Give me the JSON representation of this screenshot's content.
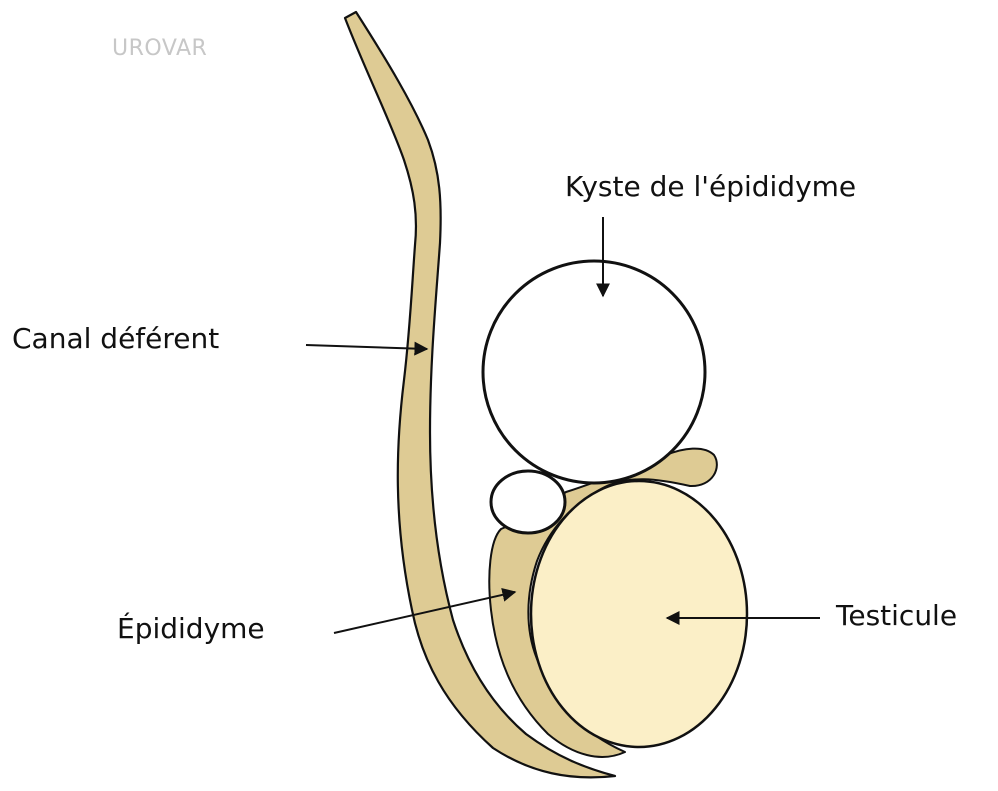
{
  "watermark": "UROVAR",
  "labels": {
    "kyste": "Kyste de l'épididyme",
    "canal": "Canal déférent",
    "epididyme": "Épididyme",
    "testicule": "Testicule"
  },
  "colors": {
    "canal_fill": "#decb94",
    "testicule_fill": "#fbefc7",
    "cyst_fill": "#ffffff",
    "outline": "#111111"
  }
}
